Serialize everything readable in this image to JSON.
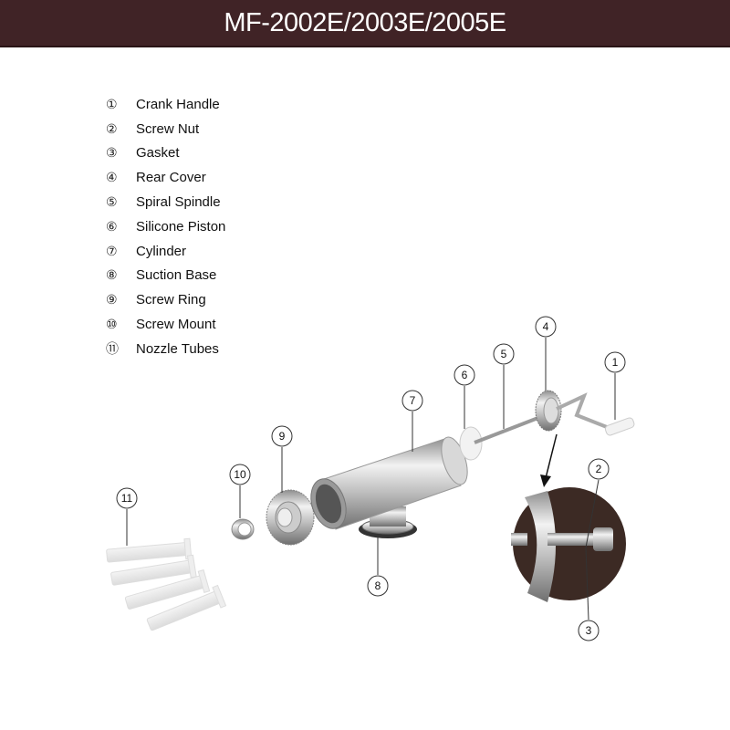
{
  "header": {
    "title": "MF-2002E/2003E/2005E"
  },
  "legend": [
    {
      "num": "①",
      "label": "Crank Handle"
    },
    {
      "num": "②",
      "label": "Screw Nut"
    },
    {
      "num": "③",
      "label": "Gasket"
    },
    {
      "num": "④",
      "label": "Rear Cover"
    },
    {
      "num": "⑤",
      "label": "Spiral Spindle"
    },
    {
      "num": "⑥",
      "label": "Silicone Piston"
    },
    {
      "num": "⑦",
      "label": "Cylinder"
    },
    {
      "num": "⑧",
      "label": "Suction Base"
    },
    {
      "num": "⑨",
      "label": "Screw Ring"
    },
    {
      "num": "⑩",
      "label": "Screw Mount"
    },
    {
      "num": "⑪",
      "label": "Nozzle Tubes"
    }
  ],
  "callouts": [
    "1",
    "2",
    "3",
    "4",
    "5",
    "6",
    "7",
    "8",
    "9",
    "10",
    "11"
  ],
  "colors": {
    "header_bg": "#402326",
    "header_text": "#ffffff"
  }
}
